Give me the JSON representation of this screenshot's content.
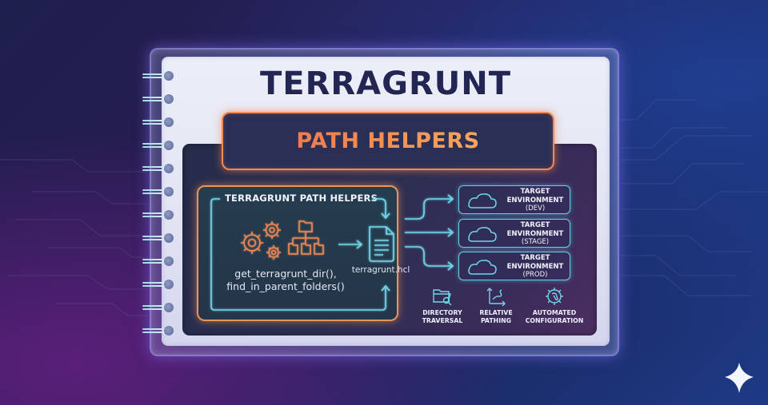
{
  "header": {
    "title": "TERRAGRUNT",
    "banner": "PATH HELPERS"
  },
  "helpers_panel": {
    "label": "TERRAGRUNT PATH HELPERS",
    "functions": [
      "get_terragrunt_dir(),",
      "find_in_parent_folders()"
    ],
    "icons": [
      "gears-icon",
      "folder-hierarchy-icon"
    ]
  },
  "config_file": {
    "name": "terragrunt.hcl",
    "icon": "document-icon"
  },
  "environments": [
    {
      "title": "TARGET",
      "subtitle": "ENVIRONMENT",
      "env": "(DEV)",
      "icon": "cloud-icon"
    },
    {
      "title": "TARGET",
      "subtitle": "ENVIRONMENT",
      "env": "(STAGE)",
      "icon": "cloud-icon"
    },
    {
      "title": "TARGET",
      "subtitle": "ENVIRONMENT",
      "env": "(PROD)",
      "icon": "cloud-icon"
    }
  ],
  "features": [
    {
      "label": "DIRECTORY\nTRAVERSAL",
      "icon": "folder-search-icon"
    },
    {
      "label": "RELATIVE\nPATHING",
      "icon": "relative-path-icon"
    },
    {
      "label": "AUTOMATED\nCONFIGURATION",
      "icon": "gear-wrench-icon"
    }
  ],
  "colors": {
    "title": "#232653",
    "accent_orange": "#ef8a55",
    "accent_cyan": "#5fd2e6",
    "panel_dark": "#2c2f55",
    "background_blue": "#1e3a86",
    "background_purple": "#2a1c52"
  },
  "decor": {
    "spiral_rings": 12,
    "corner_mark": "sparkle-icon"
  }
}
